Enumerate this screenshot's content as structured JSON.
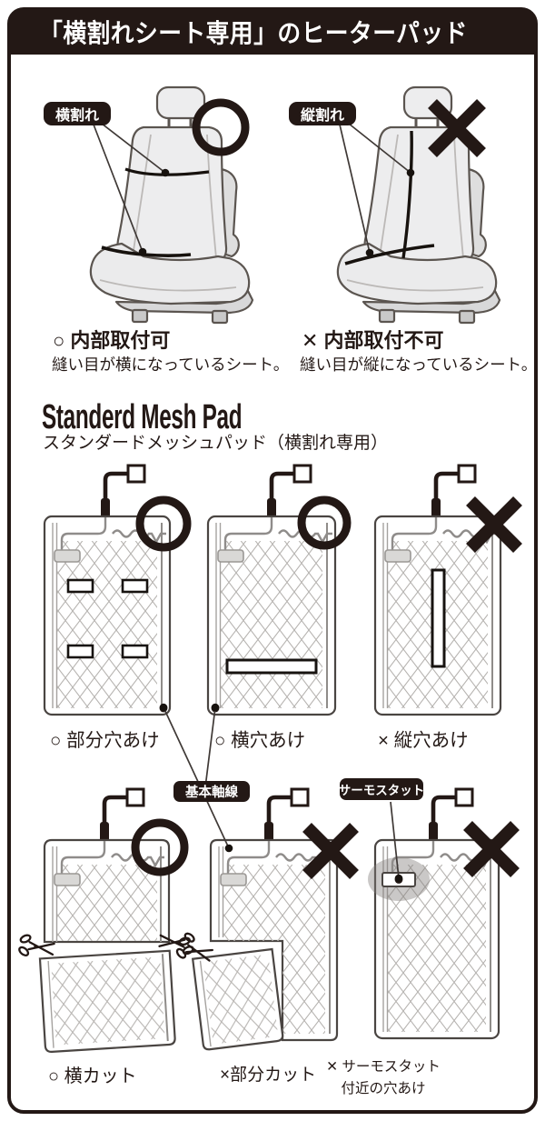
{
  "header": {
    "title": "「横割れシート専用」のヒーターパッド"
  },
  "seats": {
    "left_badge": "横割れ",
    "right_badge": "縦割れ",
    "ok_title": "○ 内部取付可",
    "ok_sub": "縫い目が横になっているシート。",
    "ng_title": "✕ 内部取付不可",
    "ng_sub": "縫い目が縦になっているシート。"
  },
  "product": {
    "name_en": "Standerd Mesh Pad",
    "name_ja": "スタンダードメッシュパッド（横割れ専用）"
  },
  "callouts": {
    "axis": "基本軸線",
    "thermostat": "サーモスタット"
  },
  "pads": {
    "row1": [
      {
        "label": "○ 部分穴あけ"
      },
      {
        "label": "○ 横穴あけ"
      },
      {
        "label": "× 縦穴あけ"
      }
    ],
    "row2": [
      {
        "label": "○ 横カット"
      },
      {
        "label": "×部分カット"
      },
      {
        "label": "✕ サーモスタット",
        "label2": "付近の穴あけ"
      }
    ]
  },
  "colors": {
    "ink": "#231815",
    "mesh_line": "#b6b3b0",
    "seat_fill": "#ededee",
    "wire_gray": "#8f8c8a",
    "highlight_gray": "rgba(128,124,121,0.42)"
  }
}
